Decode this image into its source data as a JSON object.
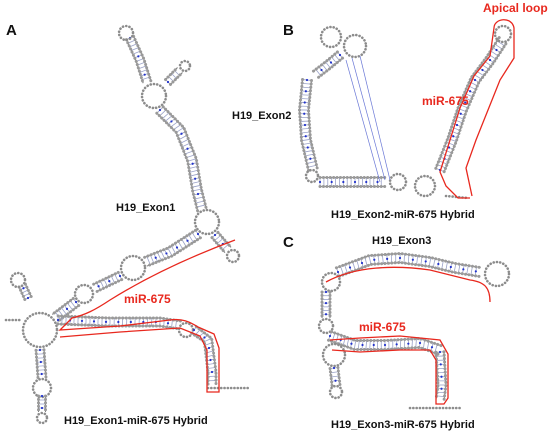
{
  "panels": {
    "a": "A",
    "b": "B",
    "c": "C"
  },
  "labels": {
    "h19_exon1": "H19_Exon1",
    "mir_a": "miR-675",
    "hybrid_a": "H19_Exon1-miR-675 Hybrid",
    "apical_loop": "Apical loop",
    "h19_exon2": "H19_Exon2",
    "mir_b": "miR-675",
    "hybrid_b": "H19_Exon2-miR-675 Hybrid",
    "h19_exon3": "H19_Exon3",
    "mir_c": "miR-675",
    "hybrid_c": "H19_Exon3-miR-675 Hybrid"
  },
  "colors": {
    "mirna_outline": "#e8281e",
    "backbone": "#8c8c8c",
    "base_pair": "#2233cc"
  }
}
